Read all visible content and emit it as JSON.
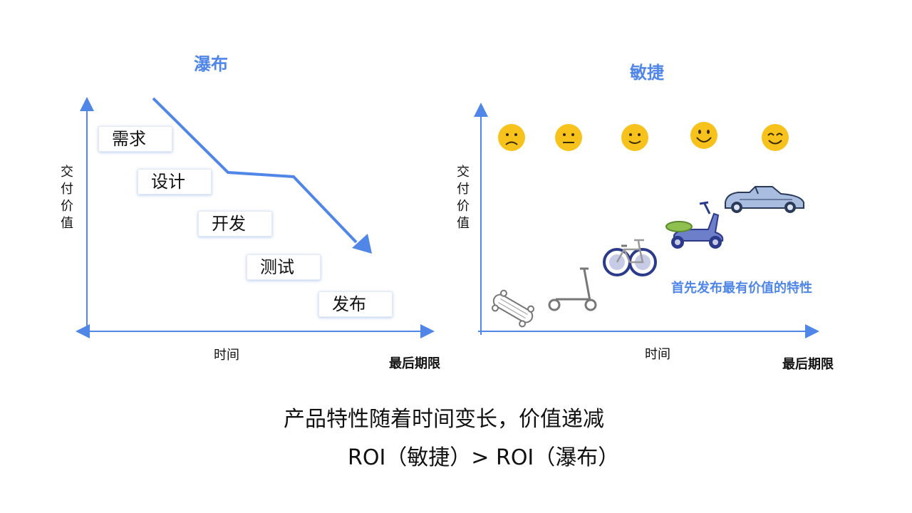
{
  "waterfall": {
    "title": "瀑布",
    "y_label": "交付价值",
    "x_label": "时间",
    "deadline": "最后期限",
    "stages": [
      "需求",
      "设计",
      "开发",
      "测试",
      "发布"
    ]
  },
  "agile": {
    "title": "敏捷",
    "y_label": "交付价值",
    "x_label": "时间",
    "deadline": "最后期限",
    "note": "首先发布最有价值的特性",
    "faces": [
      "frowning-face",
      "neutral-face",
      "slight-smile-face",
      "smiling-face",
      "happy-face"
    ],
    "vehicles": [
      "skateboard",
      "kick-scooter",
      "bicycle",
      "motor-scooter",
      "convertible-car"
    ]
  },
  "captions": {
    "line1": "产品特性随着时间变长，价值递减",
    "line2": "ROI（敏捷）> ROI（瀑布）"
  },
  "colors": {
    "accent": "#4f86e8",
    "face": "#f7c21b",
    "face_line": "#3a2a00"
  }
}
